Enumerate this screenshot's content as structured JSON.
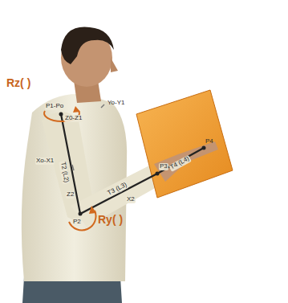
{
  "diagram": {
    "labels": [
      "Rz( )",
      "P1-Po",
      "Z0-Z1",
      "Yo-Y1",
      "Xo-X1",
      "T2 (L2)",
      "Z2",
      "P2",
      "Ry( )",
      "T3 (L3)",
      "X2",
      "P3",
      "T4 (L4)",
      "P4"
    ]
  }
}
